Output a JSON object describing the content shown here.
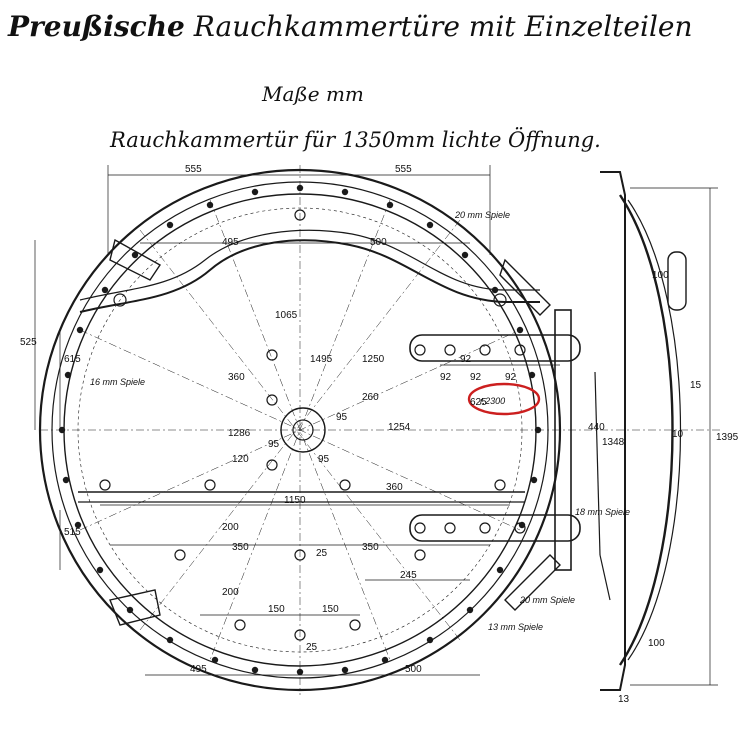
{
  "title": {
    "part1": "Preußische",
    "part2": "Rauchkammertüre mit Einzelteilen"
  },
  "units": "Maße mm",
  "subtitle": "Rauchkammertür für 1350mm lichte Öffnung.",
  "dimensions": {
    "top_left": "555",
    "top_right": "555",
    "upper_left": "495",
    "upper_right": "500",
    "bar": "1065",
    "diam_1495": "1495",
    "diam_1250": "1250",
    "d_360": "360",
    "d_260": "260",
    "d_1286": "1286",
    "d_1254": "1254",
    "d_95a": "95",
    "d_95b": "95",
    "d_95c": "95",
    "d_120": "120",
    "d_1150": "1150",
    "d_350a": "350",
    "d_350b": "350",
    "d_200a": "200",
    "d_200b": "200",
    "d_150a": "150",
    "d_150b": "150",
    "d_245": "245",
    "d_25a": "25",
    "d_25b": "25",
    "bottom_left": "495",
    "bottom_right": "500",
    "left_525": "525",
    "left_615": "615",
    "left_515": "515",
    "h_92a": "92",
    "h_92b": "92",
    "h_92c": "92",
    "h_92d": "92",
    "h_625": "625",
    "h_360": "360",
    "side_100": "100",
    "side_15": "15",
    "side_440": "440",
    "side_1348": "1348",
    "side_1395": "1395",
    "side_13": "13",
    "side_100b": "100",
    "side_10": "10"
  },
  "notes": {
    "spiel_20_top": "20 mm Spiele",
    "spiel_16": "16 mm Spiele",
    "spiel_18": "18 mm Spiele",
    "spiel_20_bottom": "20 mm Spiele",
    "spiel_13": "13 mm Spiele",
    "circled": "r.2300"
  },
  "colors": {
    "ink": "#1a1a1a",
    "highlight": "#cc1f1f"
  }
}
